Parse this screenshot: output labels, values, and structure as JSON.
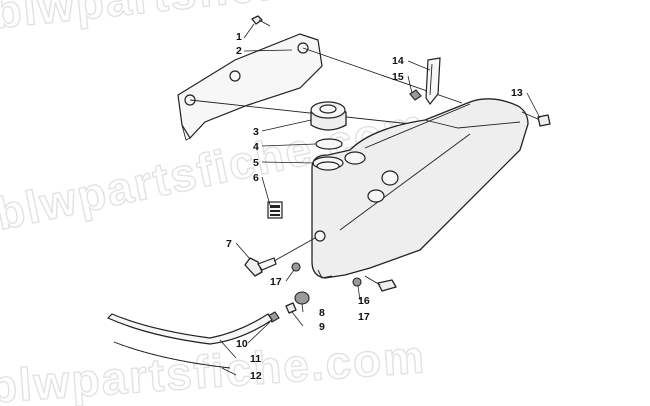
{
  "watermark": [
    "blwpartsfiche.com",
    "blwpartsfiche.com",
    "blwpartsfiche.com"
  ],
  "callouts": [
    "1",
    "2",
    "3",
    "4",
    "5",
    "6",
    "7",
    "8",
    "9",
    "10",
    "11",
    "12",
    "13",
    "14",
    "15",
    "16",
    "17",
    "17"
  ]
}
